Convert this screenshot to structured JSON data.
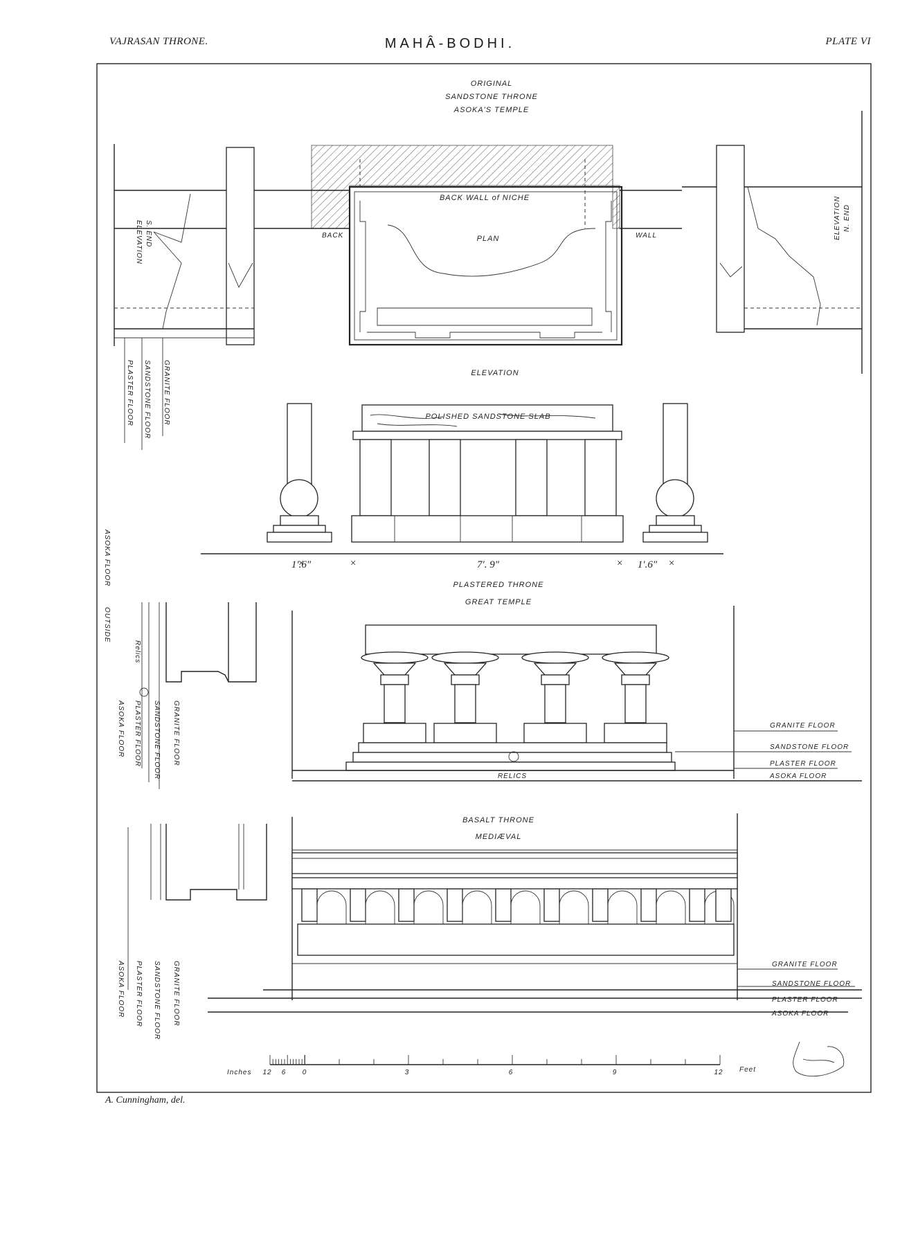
{
  "header": {
    "left": "VAJRASAN THRONE.",
    "center": "MAHÂ-BODHI.",
    "right": "PLATE VI"
  },
  "credit": "A. Cunningham, del.",
  "section1": {
    "title_lines": [
      "ORIGINAL",
      "SANDSTONE THRONE",
      "ASOKA'S TEMPLE"
    ],
    "back_wall_label": "BACK WALL of NICHE",
    "plan_label": "PLAN",
    "back_label": "BACK",
    "wall_label": "WALL",
    "elevation_s_end": [
      "ELEVATION",
      "S. END"
    ],
    "elevation_n_end": [
      "ELEVATION",
      "N. END"
    ],
    "left_floors": [
      "GRANITE FLOOR",
      "SANDSTONE FLOOR",
      "PLASTER FLOOR"
    ]
  },
  "section2": {
    "title": "ELEVATION",
    "slab_label": "POLISHED SANDSTONE SLAB",
    "dim_left": "1'.6\"",
    "dim_center": "7'. 9\"",
    "dim_right": "1'.6\"",
    "outside_floor": [
      "ASOKA FLOOR",
      "OUTSIDE"
    ]
  },
  "section3": {
    "title_lines": [
      "PLASTERED THRONE",
      "GREAT TEMPLE"
    ],
    "relics_label": "RELICS",
    "left_labels": [
      "Relics",
      "PLASTER FLOOR",
      "ASOKA FLOOR",
      "SANDSTONE FLOOR",
      "GRANITE FLOOR"
    ],
    "right_floors": [
      "GRANITE FLOOR",
      "SANDSTONE FLOOR",
      "PLASTER FLOOR",
      "ASOKA FLOOR"
    ]
  },
  "section4": {
    "title_lines": [
      "BASALT THRONE",
      "MEDIÆVAL"
    ],
    "left_floors": [
      "ASOKA FLOOR",
      "PLASTER FLOOR",
      "SANDSTONE FLOOR",
      "GRANITE FLOOR"
    ],
    "right_floors": [
      "GRANITE FLOOR",
      "SANDSTONE FLOOR",
      "PLASTER FLOOR",
      "ASOKA FLOOR"
    ]
  },
  "scale": {
    "left_unit": "Inches",
    "right_unit": "Feet",
    "inch_ticks": [
      "12",
      "6",
      "0"
    ],
    "feet_ticks": [
      "3",
      "6",
      "9",
      "12"
    ]
  }
}
